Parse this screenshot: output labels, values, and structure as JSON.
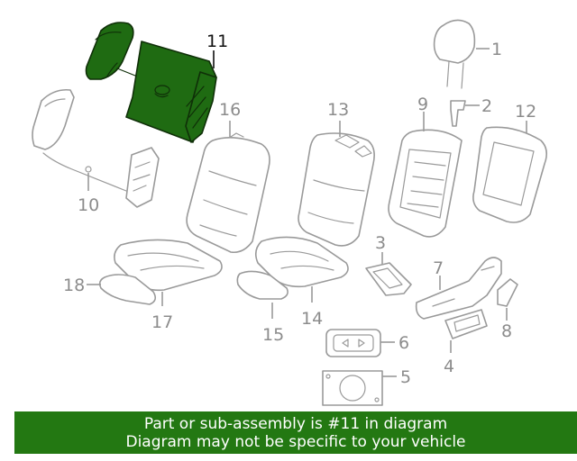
{
  "callouts": {
    "c1": "1",
    "c2": "2",
    "c3": "3",
    "c4": "4",
    "c5": "5",
    "c6": "6",
    "c7": "7",
    "c8": "8",
    "c9": "9",
    "c10": "10",
    "c11": "11",
    "c12": "12",
    "c13": "13",
    "c14": "14",
    "c15": "15",
    "c16": "16",
    "c17": "17",
    "c18": "18"
  },
  "highlighted_part": "11",
  "banner": {
    "line1": "Part or sub-assembly is #11 in diagram",
    "line2": "Diagram may not be specific to your vehicle"
  },
  "colors": {
    "highlight": "#1f6b12",
    "banner": "#237812",
    "line": "#9a9a9a"
  }
}
